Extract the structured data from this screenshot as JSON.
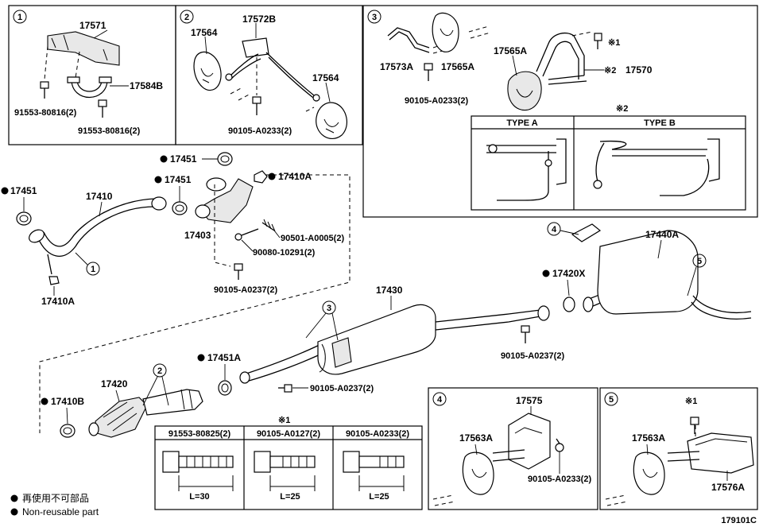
{
  "diagram_id": "179101C",
  "legend": {
    "jp": "再使用不可部品",
    "en": "Non-reusable part"
  },
  "panels": {
    "p1": {
      "index": "1",
      "parts": [
        "17571",
        "17584B",
        "91553-80816(2)",
        "91553-80816(2)"
      ]
    },
    "p2": {
      "index": "2",
      "parts": [
        "17572B",
        "17564",
        "17564",
        "90105-A0233(2)"
      ]
    },
    "p3": {
      "index": "3",
      "parts": [
        "17573A",
        "17565A",
        "90105-A0233(2)",
        "17565A",
        "※1",
        "※2",
        "17570"
      ],
      "type_table": {
        "title": "※2",
        "types": [
          "TYPE A",
          "TYPE B"
        ]
      }
    },
    "p4": {
      "index": "4",
      "parts": [
        "17575",
        "17563A",
        "90105-A0233(2)"
      ]
    },
    "p5": {
      "index": "5",
      "parts": [
        "※1",
        "17563A",
        "17576A"
      ]
    }
  },
  "main_labels": {
    "l17451a": "17451",
    "l17451b": "17451",
    "l17451c": "17451",
    "l17410a_top": "17410A",
    "l17410": "17410",
    "l17403": "17403",
    "l90501": "90501-A0005(2)",
    "l90080": "90080-10291(2)",
    "l90105_a": "90105-A0237(2)",
    "l17410a_bot": "17410A",
    "l17430": "17430",
    "l17440a": "17440A",
    "l17420x": "17420X",
    "l90105_b": "90105-A0237(2)",
    "l90105_c": "90105-A0237(2)",
    "l17451a_b": "17451A",
    "l17420": "17420",
    "l17410b": "17410B"
  },
  "callouts": {
    "c1": "1",
    "c2": "2",
    "c3": "3",
    "c4": "4",
    "c5": "5"
  },
  "bolt_table": {
    "title": "※1",
    "columns": [
      {
        "part": "91553-80825(2)",
        "length": "L=30"
      },
      {
        "part": "90105-A0127(2)",
        "length": "L=25"
      },
      {
        "part": "90105-A0233(2)",
        "length": "L=25"
      }
    ]
  }
}
